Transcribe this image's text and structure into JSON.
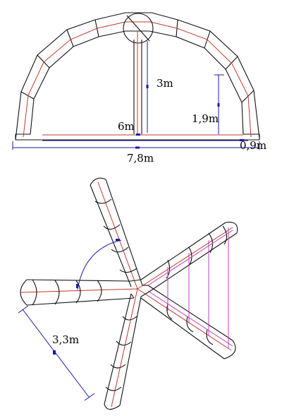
{
  "labels": {
    "height_center": "3m",
    "radius": "6m",
    "height_side": "1,9m",
    "offset": "0,9m",
    "span": "7,8m",
    "arm_length": "3,3m"
  },
  "colors": {
    "outline": "#111111",
    "centerline": "#c0392b",
    "dimension": "#1a1aa6",
    "bracing": "#c040c0"
  }
}
